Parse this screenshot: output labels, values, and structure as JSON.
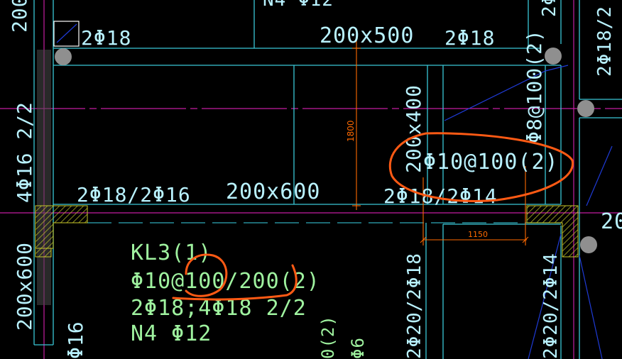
{
  "colors": {
    "background": "#000000",
    "beam_line": "#39c7d6",
    "axis_line": "#c41ea0",
    "text_cyan": "#b9f2ff",
    "text_green": "#9ff29f",
    "dimension": "#ff6a00",
    "annotation_circle": "#ff5a14",
    "hatch": "#c8c82a",
    "column_gray": "#8f8f8f",
    "blue_line": "#1f3bd6"
  },
  "labels": {
    "top_clip": "N4 Φ12",
    "top_left_vertical": "200",
    "top_left_rebar": "2Φ18",
    "top_beam_size": "200x500",
    "top_right_rebar": "2Φ18",
    "right_vertical_1": "2Φ18/2",
    "right_vertical_top": "2Φ",
    "left_vertical_rebar": "4Φ16 2/2",
    "mid_vertical_size": "200x400",
    "mid_vertical_stirrup": "Φ8@100(2)",
    "circled_stirrup": "Φ10@100(2)",
    "bottom_left_rebar": "2Φ18/2Φ16",
    "bottom_beam_size": "200x600",
    "bottom_right_rebar": "2Φ18/2Φ14",
    "right_edge_size": "20",
    "dim_vertical": "1800",
    "dim_horizontal": "1150",
    "left_bottom_vertical_size": "200x600",
    "left_bottom_vertical_rebar": "Φ16",
    "kl_name": "KL3(1)",
    "kl_stirrup": "Φ10@100/200(2)",
    "kl_rebar": "2Φ18;4Φ18 2/2",
    "kl_waist": "N4 Φ12",
    "bottom_mid_vertical_rebar": "2Φ20/2Φ18",
    "bottom_right_vertical_rebar": "2Φ20/2Φ14",
    "bottom_green_frag_1": "0(2)",
    "bottom_green_frag_2": "Φ6"
  }
}
